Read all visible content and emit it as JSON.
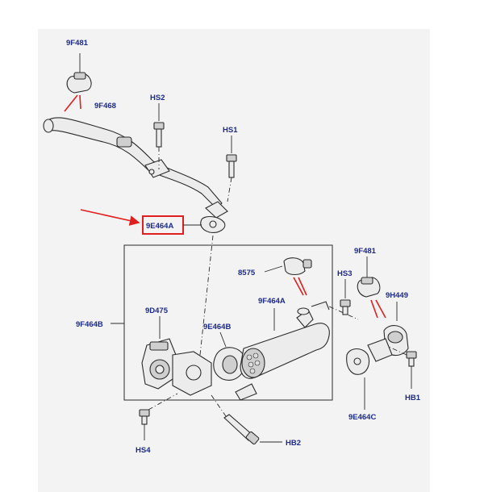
{
  "colors": {
    "label": "#1c2a8a",
    "highlight": "#e02020",
    "background": "#f3f3f3"
  },
  "labels": {
    "p9F481_top": "9F481",
    "p9F468": "9F468",
    "pHS2": "HS2",
    "pHS1": "HS1",
    "p9E464A": "9E464A",
    "p8575": "8575",
    "pHS3": "HS3",
    "p9F481_right": "9F481",
    "p9H449": "9H449",
    "p9F464A": "9F464A",
    "p9D475": "9D475",
    "p9E464B": "9E464B",
    "p9F464B": "9F464B",
    "pHS4": "HS4",
    "pHB2": "HB2",
    "pHB1": "HB1",
    "p9E464C": "9E464C"
  },
  "highlight": {
    "target_label": "9E464A",
    "indicator": "red-arrow"
  }
}
